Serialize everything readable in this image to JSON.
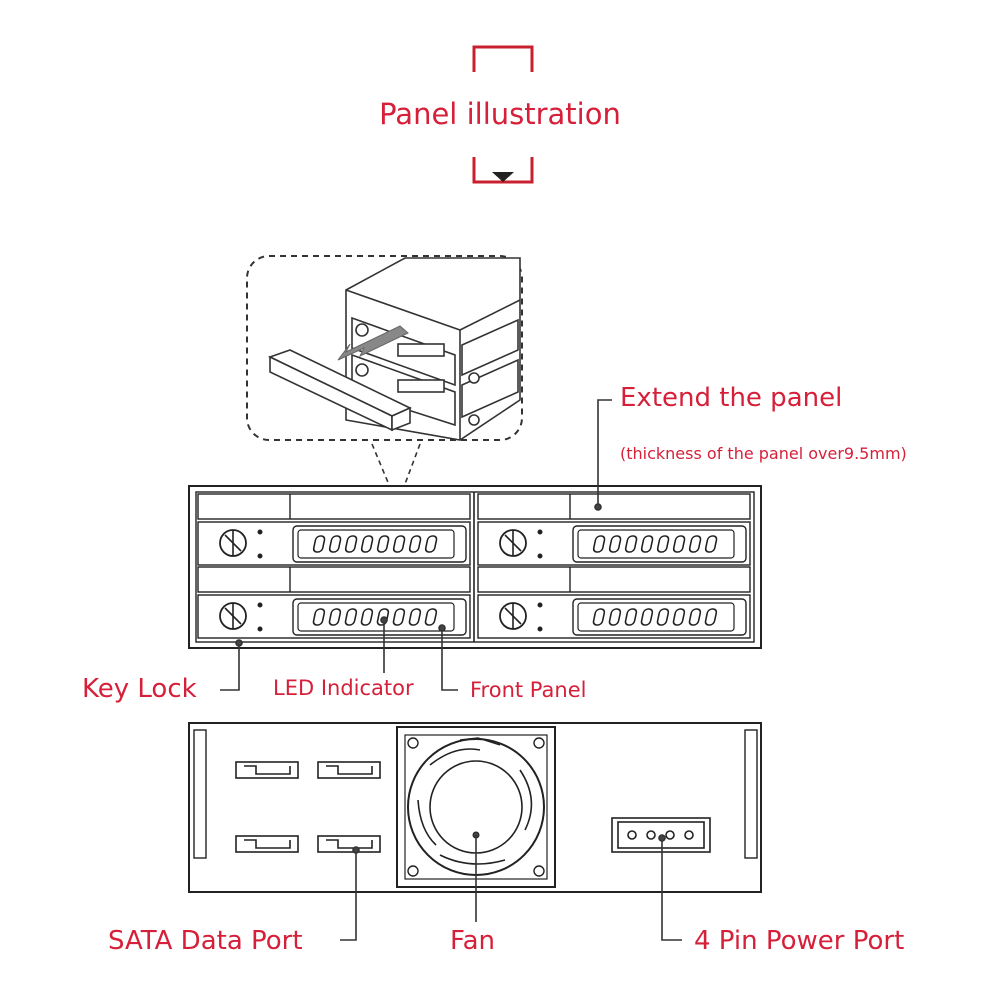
{
  "title": "Panel illustration",
  "callouts": {
    "extend_panel": "Extend the panel",
    "thickness_note": "(thickness of the panel over9.5mm)",
    "key_lock": "Key Lock",
    "led_indicator": "LED Indicator",
    "front_panel": "Front Panel",
    "sata_data_port": "SATA Data Port",
    "fan": "Fan",
    "power_port": "4 Pin Power Port"
  },
  "colors": {
    "accent": "#d6203a",
    "line": "#333333"
  },
  "counts": {
    "front_bays": 4,
    "sata_ports": 4,
    "power_pins": 4
  }
}
